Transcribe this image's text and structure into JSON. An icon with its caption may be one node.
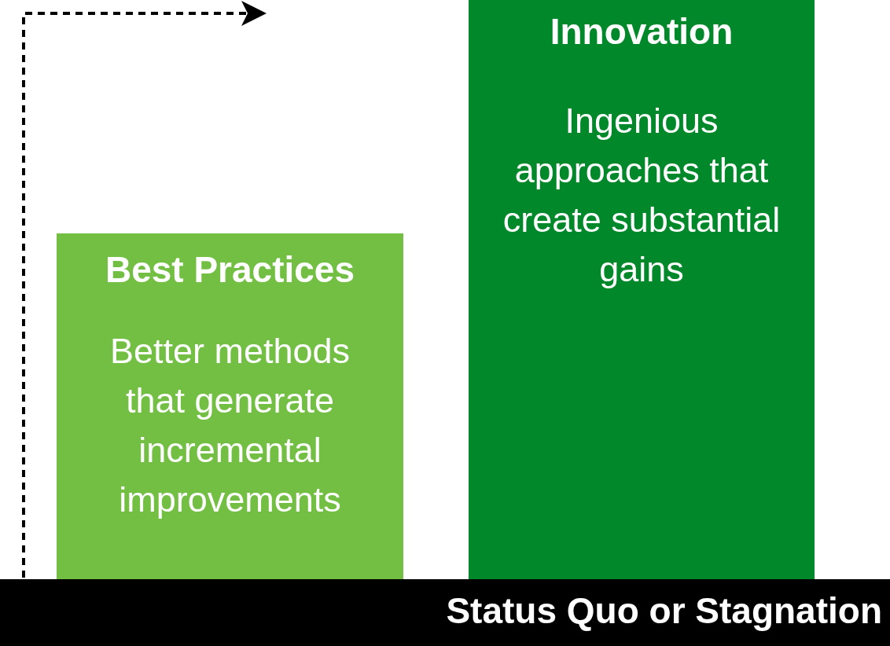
{
  "diagram": {
    "nodes": [
      {
        "text": [
          "Best Practices",
          "Better methods that generate incremental improvements"
        ]
      },
      {
        "text": [
          "Innovation",
          "Ingenious approaches that create substantial gains"
        ]
      },
      {
        "text": [
          "Status Quo or Stagnation"
        ]
      }
    ]
  }
}
